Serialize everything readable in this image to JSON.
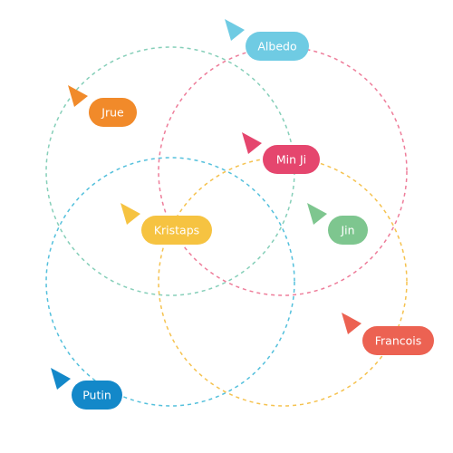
{
  "colors": {
    "teal": "#86cfb9",
    "pink": "#ee7d9a",
    "cyan": "#54c0dc",
    "yellow": "#f5c24f"
  },
  "people": [
    {
      "id": "albedo",
      "label": "Albedo",
      "color": "#6fcbe3",
      "icon": "cursor-arrow-icon"
    },
    {
      "id": "jrue",
      "label": "Jrue",
      "color": "#f18a2a",
      "icon": "cursor-arrow-icon"
    },
    {
      "id": "min-ji",
      "label": "Min Ji",
      "color": "#e5466e",
      "icon": "cursor-arrow-icon"
    },
    {
      "id": "kristaps",
      "label": "Kristaps",
      "color": "#f6c341",
      "icon": "cursor-arrow-icon"
    },
    {
      "id": "jin",
      "label": "Jin",
      "color": "#7ec68f",
      "icon": "cursor-arrow-icon"
    },
    {
      "id": "francois",
      "label": "Francois",
      "color": "#ec6252",
      "icon": "cursor-arrow-icon"
    },
    {
      "id": "putin",
      "label": "Putin",
      "color": "#1388c9",
      "icon": "cursor-arrow-icon"
    }
  ]
}
